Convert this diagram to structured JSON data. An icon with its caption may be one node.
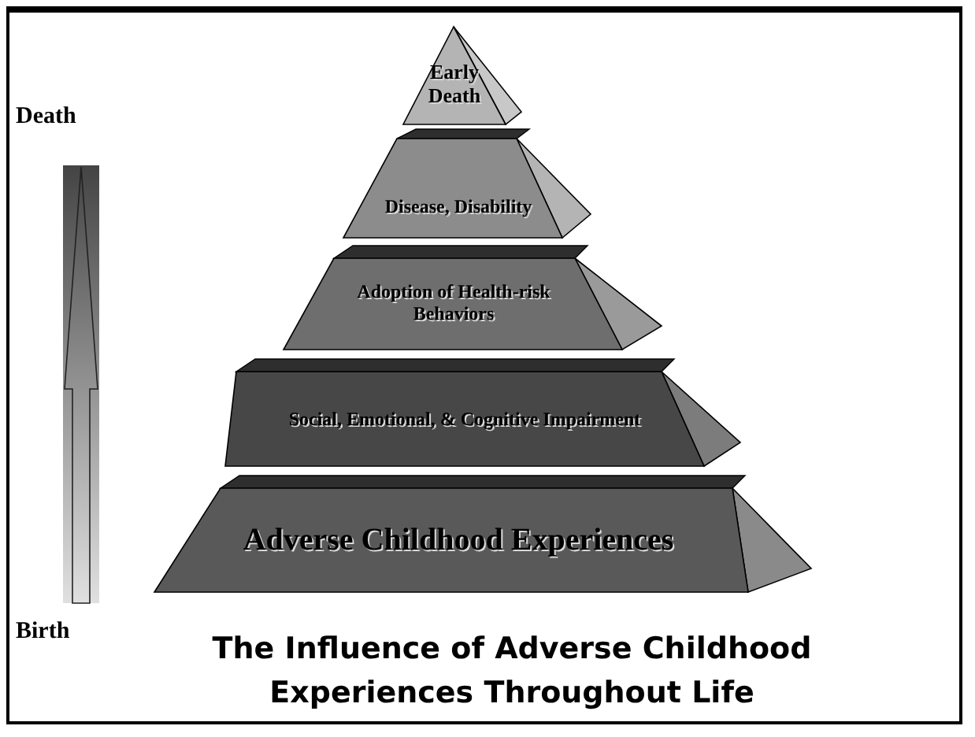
{
  "diagram": {
    "title": "The Influence of Adverse Childhood Experiences Throughout Life",
    "nodes": [
      {
        "text": [
          "Early Death"
        ]
      },
      {
        "text": [
          "Disease, Disability"
        ]
      },
      {
        "text": [
          "Adoption of Health-risk Behaviors"
        ]
      },
      {
        "text": [
          "Social, Emotional, & Cognitive Impairment"
        ]
      },
      {
        "text": [
          "Adverse Childhood Experiences"
        ]
      }
    ],
    "labels": [
      "Death",
      "Birth"
    ]
  }
}
